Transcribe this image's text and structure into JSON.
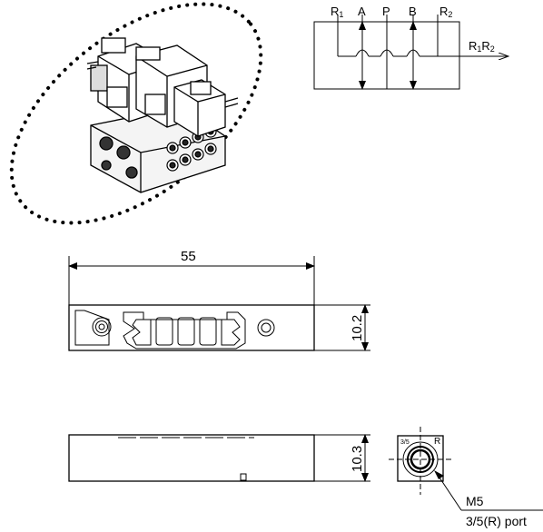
{
  "symbol": {
    "ports": [
      "R1",
      "A",
      "P",
      "B",
      "R2"
    ],
    "port_text": {
      "r1_main": "R",
      "r1_sub": "1",
      "a": "A",
      "p": "P",
      "b": "B",
      "r2_main": "R",
      "r2_sub": "2"
    },
    "exhaust_label": {
      "main1": "R",
      "sub1": "1",
      "main2": "R",
      "sub2": "2"
    }
  },
  "top_view": {
    "width_dim": "55",
    "height_dim": "10.2"
  },
  "side_view": {
    "height_dim": "10.3"
  },
  "port_detail": {
    "corner_label": "3/5",
    "r_label": "R",
    "thread": "M5",
    "port_name": "3/5(R) port"
  },
  "colors": {
    "line": "#000000",
    "background": "#ffffff"
  }
}
